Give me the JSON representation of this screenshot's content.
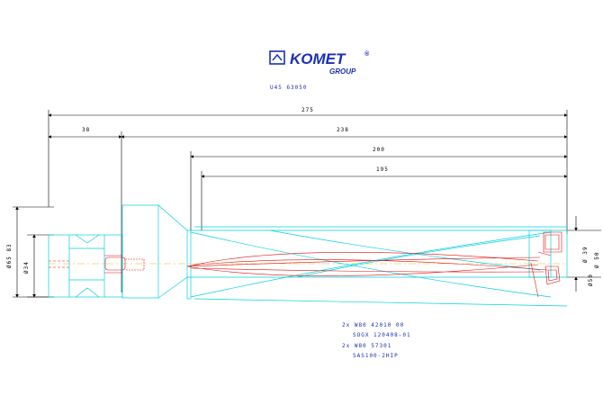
{
  "logo": {
    "name": "KOMET",
    "registered": "®",
    "group": "GROUP"
  },
  "part_number": "U45 63050",
  "dimensions": {
    "overall_length": "275",
    "shank_length": "38",
    "length_from_shank": "238",
    "body_length": "200",
    "drilling_depth": "195",
    "flange_diameter": "Ø65 83",
    "shank_diameter": "Ø34",
    "drill_diameter_a": "Ø 39",
    "drill_diameter_b": "Ø50",
    "drill_diameter_c": "Ø 50"
  },
  "inserts": [
    {
      "line1": "2x W80 42010 00",
      "line2": "SOGX 120408-01"
    },
    {
      "line1": "2x W80 57301",
      "line2": "SAS100-2HIP"
    }
  ],
  "colors": {
    "cyan_outline": "#00d0e0",
    "red_geometry": "#e01010",
    "blue_text": "#1a2fb8",
    "dimension_lines": "#000000"
  }
}
